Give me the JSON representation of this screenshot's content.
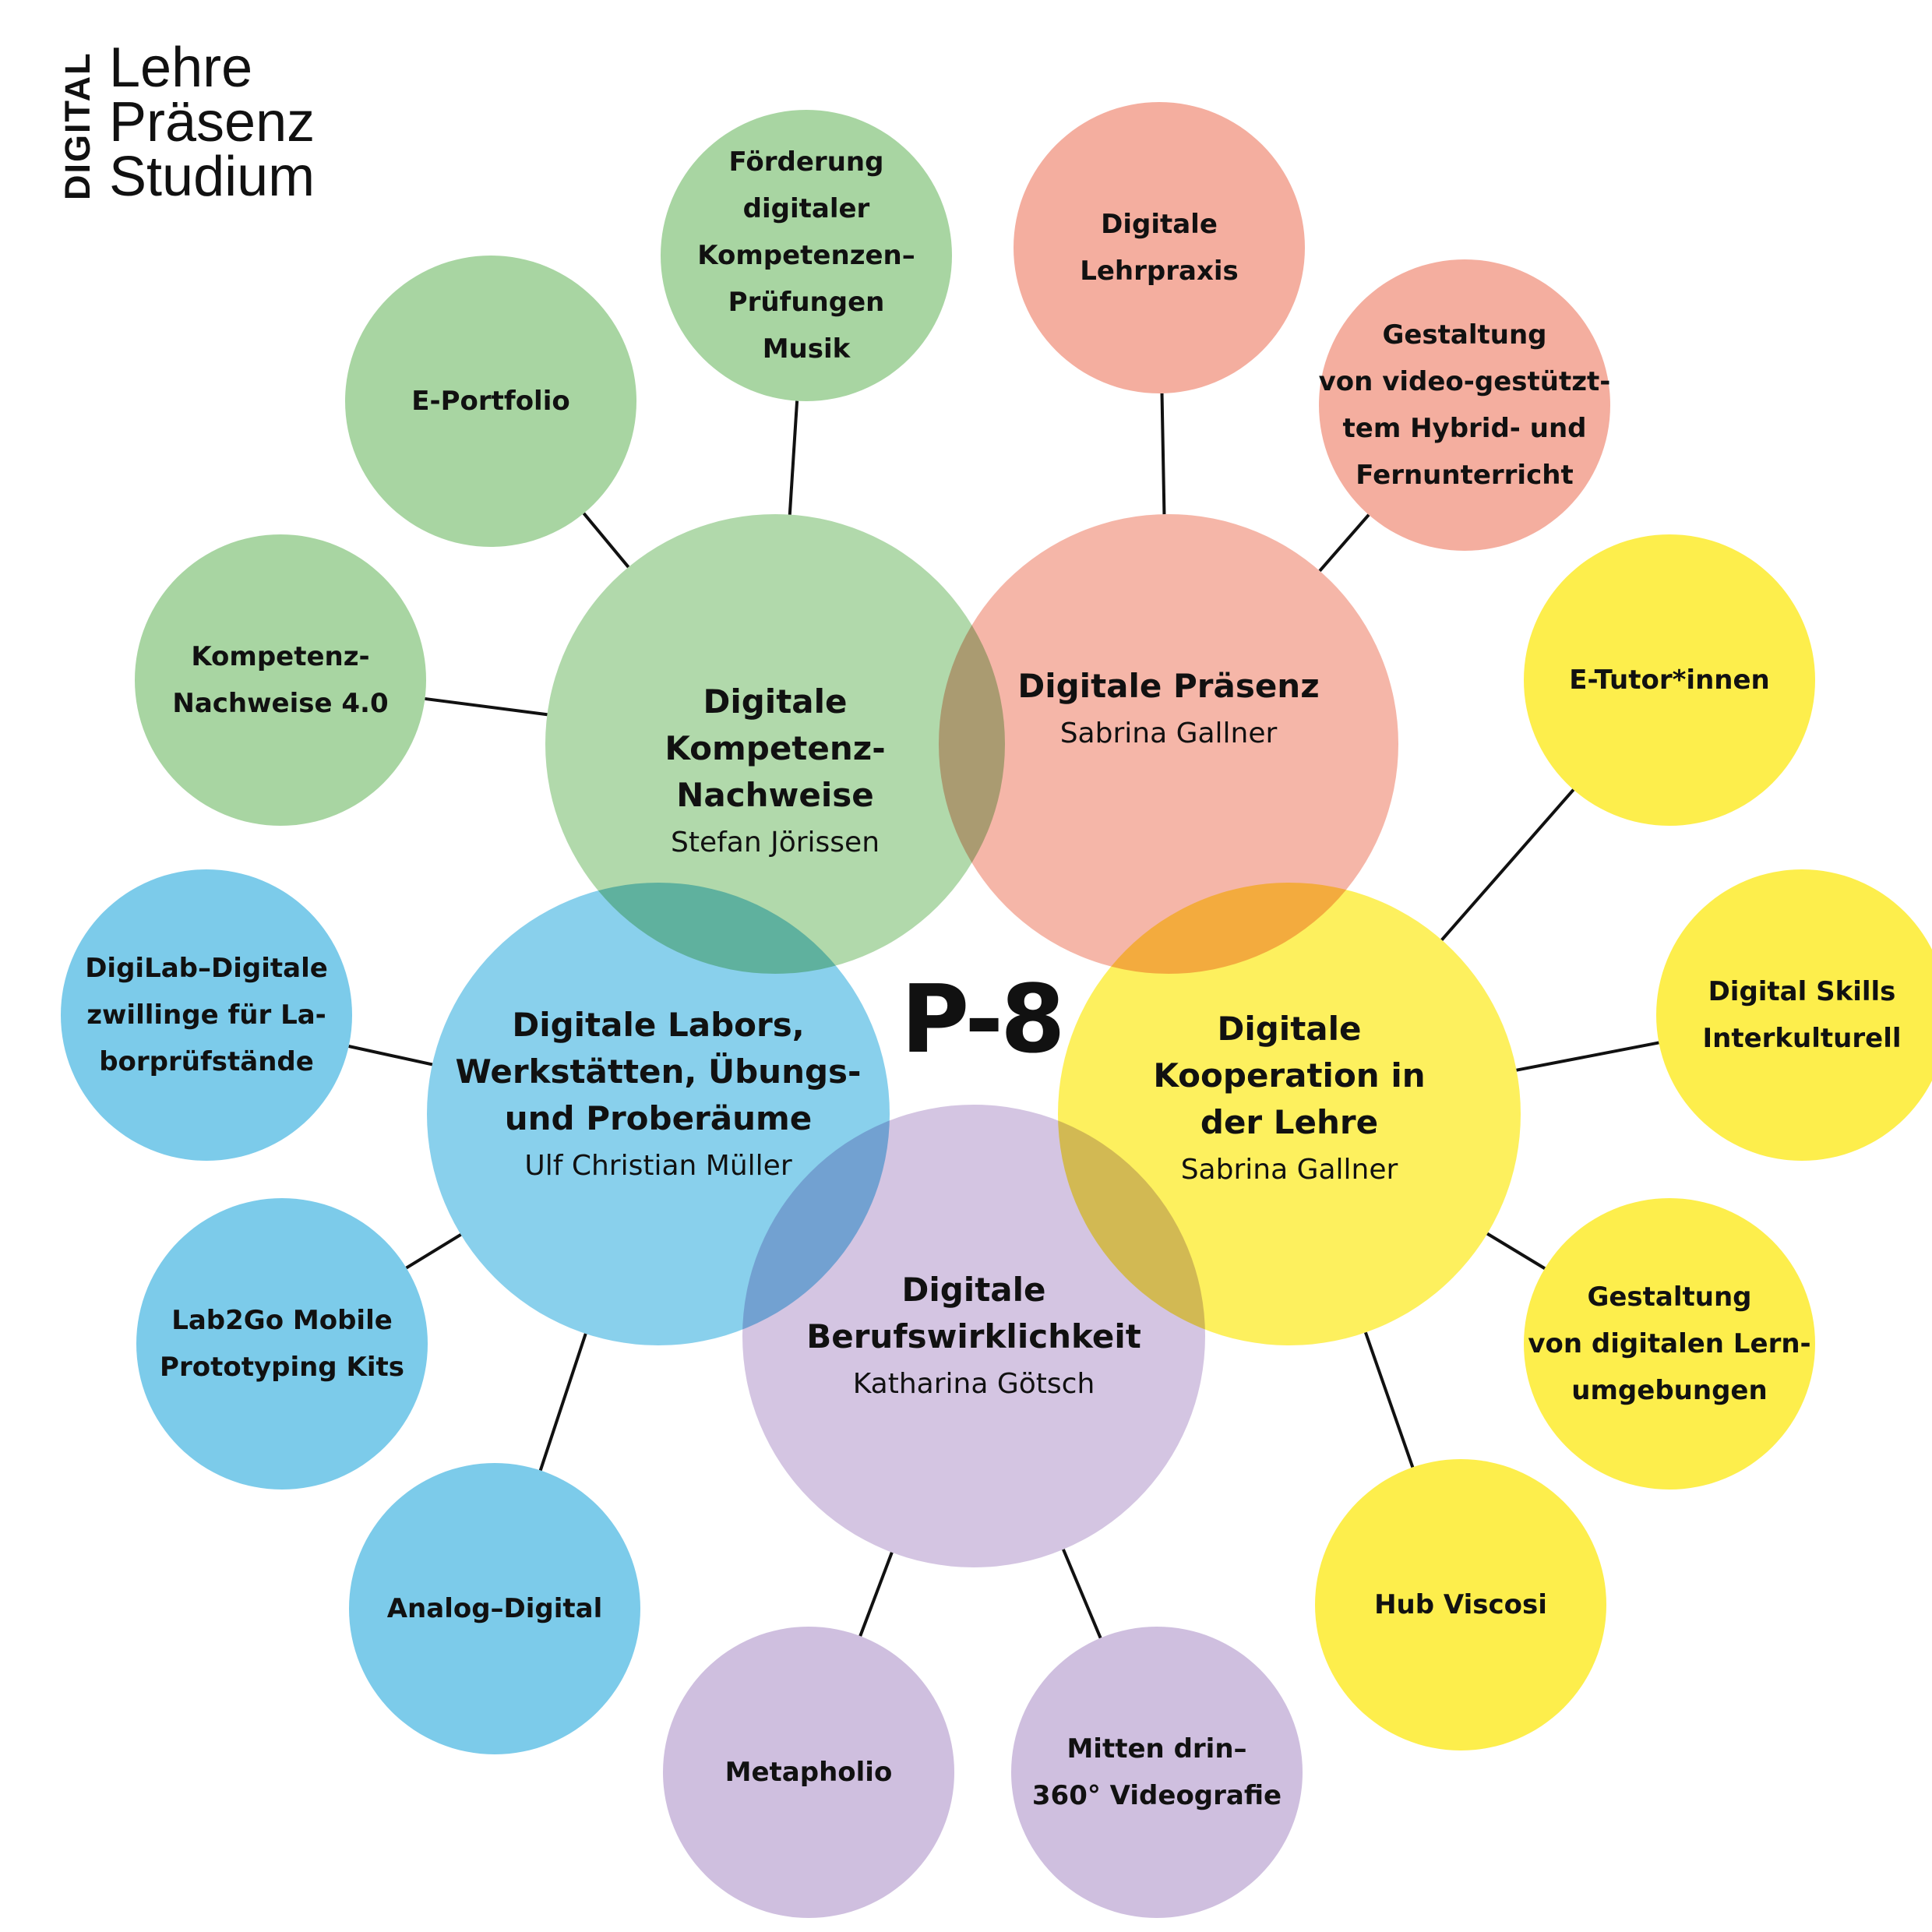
{
  "logo": {
    "vertical": "DIGITAL",
    "lines": [
      "Lehre",
      "Präsenz",
      "Studium"
    ]
  },
  "center_label": "P-8",
  "colors": {
    "green": "#a8d5a2",
    "salmon": "#f4ae9f",
    "yellow": "#fdee4c",
    "blue": "#7ccbea",
    "purple": "#cfbfdf",
    "line": "#111111"
  },
  "main_nodes": [
    {
      "id": "kompetenz",
      "color": "green",
      "title_lines": [
        "Digitale",
        "Kompetenz-",
        "Nachweise"
      ],
      "person": "Stefan Jörissen"
    },
    {
      "id": "praesenz",
      "color": "salmon",
      "title_lines": [
        "Digitale Präsenz"
      ],
      "person": "Sabrina Gallner"
    },
    {
      "id": "labors",
      "color": "blue",
      "title_lines": [
        "Digitale Labors,",
        "Werkstätten, Übungs-",
        "und Proberäume"
      ],
      "person": "Ulf Christian Müller"
    },
    {
      "id": "kooperation",
      "color": "yellow",
      "title_lines": [
        "Digitale",
        "Kooperation in",
        "der Lehre"
      ],
      "person": "Sabrina Gallner"
    },
    {
      "id": "beruf",
      "color": "purple",
      "title_lines": [
        "Digitale",
        "Berufswirklichkeit"
      ],
      "person": "Katharina Götsch"
    }
  ],
  "sub_nodes": [
    {
      "id": "foerderung",
      "parent": "kompetenz",
      "color": "green",
      "lines": [
        "Förderung",
        "digitaler",
        "Kompetenzen–",
        "Prüfungen",
        "Musik"
      ]
    },
    {
      "id": "eportfolio",
      "parent": "kompetenz",
      "color": "green",
      "lines": [
        "E-Portfolio"
      ]
    },
    {
      "id": "kompnachweise",
      "parent": "kompetenz",
      "color": "green",
      "lines": [
        "Kompetenz-",
        "Nachweise 4.0"
      ]
    },
    {
      "id": "lehrpraxis",
      "parent": "praesenz",
      "color": "salmon",
      "lines": [
        "Digitale",
        "Lehrpraxis"
      ]
    },
    {
      "id": "hybrid",
      "parent": "praesenz",
      "color": "salmon",
      "lines": [
        "Gestaltung",
        "von video-gestützt-",
        "tem Hybrid- und",
        "Fernunterricht"
      ]
    },
    {
      "id": "etutor",
      "parent": "kooperation",
      "color": "yellow",
      "lines": [
        "E-Tutor*innen"
      ]
    },
    {
      "id": "skills",
      "parent": "kooperation",
      "color": "yellow",
      "lines": [
        "Digital Skills",
        "Interkulturell"
      ]
    },
    {
      "id": "lernumgebungen",
      "parent": "kooperation",
      "color": "yellow",
      "lines": [
        "Gestaltung",
        "von digitalen Lern-",
        "umgebungen"
      ]
    },
    {
      "id": "viscosi",
      "parent": "kooperation",
      "color": "yellow",
      "lines": [
        "Hub Viscosi"
      ]
    },
    {
      "id": "digilab",
      "parent": "labors",
      "color": "blue",
      "lines": [
        "DigiLab–Digitale",
        "zwillinge für La-",
        "borprüfstände"
      ]
    },
    {
      "id": "lab2go",
      "parent": "labors",
      "color": "blue",
      "lines": [
        "Lab2Go Mobile",
        "Prototyping Kits"
      ]
    },
    {
      "id": "analog",
      "parent": "labors",
      "color": "blue",
      "lines": [
        "Analog–Digital"
      ]
    },
    {
      "id": "metapholio",
      "parent": "beruf",
      "color": "purple",
      "lines": [
        "Metapholio"
      ]
    },
    {
      "id": "mitten",
      "parent": "beruf",
      "color": "purple",
      "lines": [
        "Mitten drin–",
        "360° Videografie"
      ]
    }
  ]
}
